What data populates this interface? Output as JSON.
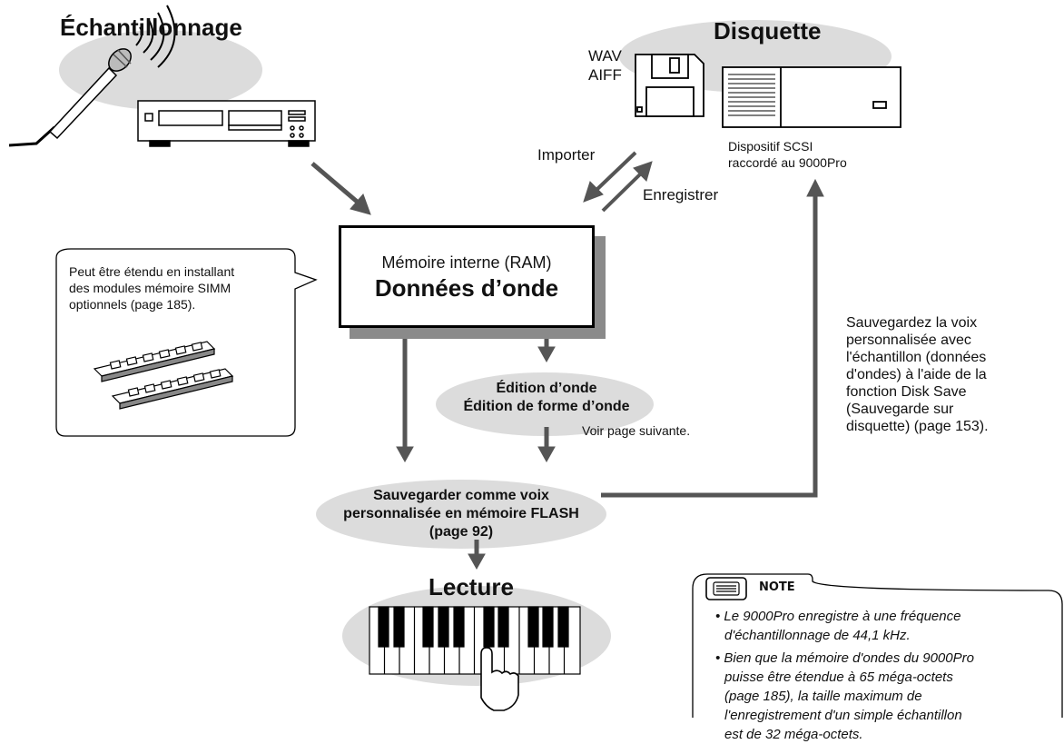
{
  "sampling": {
    "title": "Échantillonnage"
  },
  "floppy": {
    "title": "Disquette",
    "formats": [
      "WAV",
      "AIFF"
    ],
    "scsi_label": [
      "Dispositif SCSI",
      "raccordé au 9000Pro"
    ]
  },
  "transfer": {
    "import_label": "Importer",
    "save_label": "Enregistrer"
  },
  "memory": {
    "line1": "Mémoire interne (RAM)",
    "line2": "Données d’onde"
  },
  "simm_note": [
    "Peut être étendu en installant",
    "des modules mémoire SIMM",
    "optionnels (page 185)."
  ],
  "editing": {
    "line1": "Édition d’onde",
    "line2": "Édition de forme d’onde",
    "see_next": "Voir page suivante."
  },
  "save_flash": [
    "Sauvegarder comme voix",
    "personnalisée en mémoire FLASH",
    "(page 92)"
  ],
  "disk_save_note": [
    "Sauvegardez la voix",
    "personnalisée avec",
    "l'échantillon (données",
    "d'ondes) à l'aide de la",
    "fonction Disk Save",
    "(Sauvegarde sur",
    "disquette) (page 153)."
  ],
  "playback": {
    "title": "Lecture"
  },
  "note": {
    "label": "NOTE",
    "item1": [
      "• Le 9000Pro enregistre à une fréquence",
      "d'échantillonnage de 44,1 kHz."
    ],
    "item2": [
      "• Bien que la mémoire d'ondes du 9000Pro",
      "puisse être étendue à 65 méga-octets",
      "(page 185), la taille maximum de",
      "l'enregistrement d'un simple échantillon",
      "est de 32 méga-octets."
    ]
  },
  "colors": {
    "ellipse_gray": "#dcdcdc",
    "arrow_gray": "#5a5a5a",
    "shadow_gray": "#8a8a8a"
  }
}
